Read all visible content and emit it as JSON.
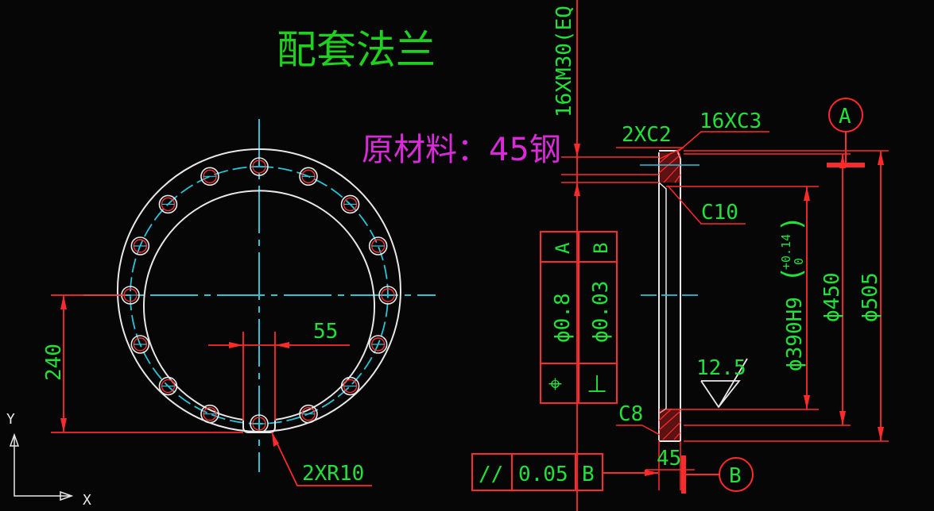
{
  "drawing": {
    "title": "配套法兰",
    "material": "原材料：45钢"
  },
  "front_view": {
    "dim_vertical": "240",
    "dim_slot_width": "55",
    "dim_slot_radius": "2XR10"
  },
  "section_view": {
    "dim_holes": "16XM30(EQ",
    "chamfer_top_left": "2XC2",
    "chamfer_top_right": "16XC3",
    "chamfer_inner": "C10",
    "chamfer_bottom": "C8",
    "dim_bore": "ϕ390H9",
    "dim_bore_tol_upper": "+0.14",
    "dim_bore_tol_lower": "0",
    "dim_450": "ϕ450",
    "dim_505": "ϕ505",
    "roughness": "12.5",
    "dim_thickness": "45"
  },
  "datums": {
    "a": "A",
    "b": "B"
  },
  "tolerance_frame": {
    "row1_ref": "A",
    "row2_ref": "B",
    "row1_value": "ϕ0.8",
    "row2_value": "ϕ0.03",
    "row1_symbol": "⌖",
    "row2_symbol": "⊥"
  },
  "parallel_frame": {
    "symbol": "//",
    "value": "0.05",
    "ref": "B"
  },
  "ucs": {
    "x": "X",
    "y": "Y"
  },
  "colors": {
    "red": "#ff2a2a",
    "green": "#22e03a",
    "white": "#e8e8e8",
    "cyan": "#29c4d8",
    "magenta": "#d82ad8",
    "title_green": "#1ed11e"
  }
}
